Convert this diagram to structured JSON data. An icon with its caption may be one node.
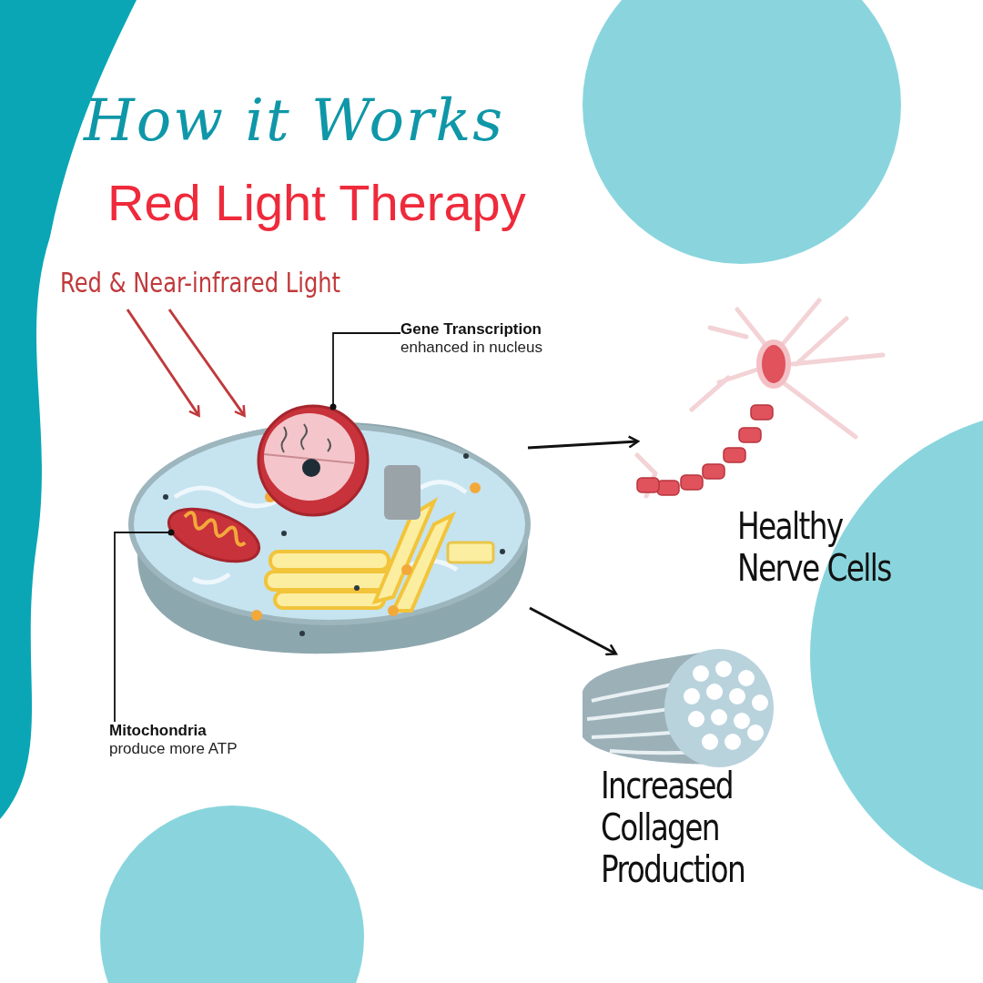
{
  "diagram": {
    "title": "How it Works",
    "nodes": [
      {
        "text": [
          "Red & Near-infrared Light"
        ]
      },
      {
        "text": [],
        "shape": "picture"
      },
      {
        "text": [],
        "shape": "picture",
        "in": 1
      },
      {
        "text": [],
        "shape": "picture",
        "in": 1
      },
      {
        "text": [
          "Gene Transcription",
          "enhanced in nucleus"
        ]
      },
      {
        "text": [
          "Mitochondria",
          "produce more ATP"
        ]
      },
      {
        "text": [],
        "shape": "picture",
        "beside": [
          "Healthy Nerve Cells"
        ]
      },
      {
        "text": [],
        "shape": "picture",
        "beside": [
          "Increased Collagen Production"
        ]
      }
    ],
    "edges": [
      {
        "from": 0,
        "to": 1,
        "arrow": "to",
        "color": "#c0393b"
      },
      {
        "from": 0,
        "to": 1,
        "arrow": "to",
        "color": "#c0393b"
      },
      {
        "from": 4,
        "to": 2,
        "arrow": "other"
      },
      {
        "from": 5,
        "to": 3,
        "arrow": "other"
      },
      {
        "from": 1,
        "to": 6,
        "arrow": "to"
      },
      {
        "from": 1,
        "to": 7,
        "arrow": "to"
      }
    ],
    "labels": [
      "Red Light Therapy"
    ]
  }
}
